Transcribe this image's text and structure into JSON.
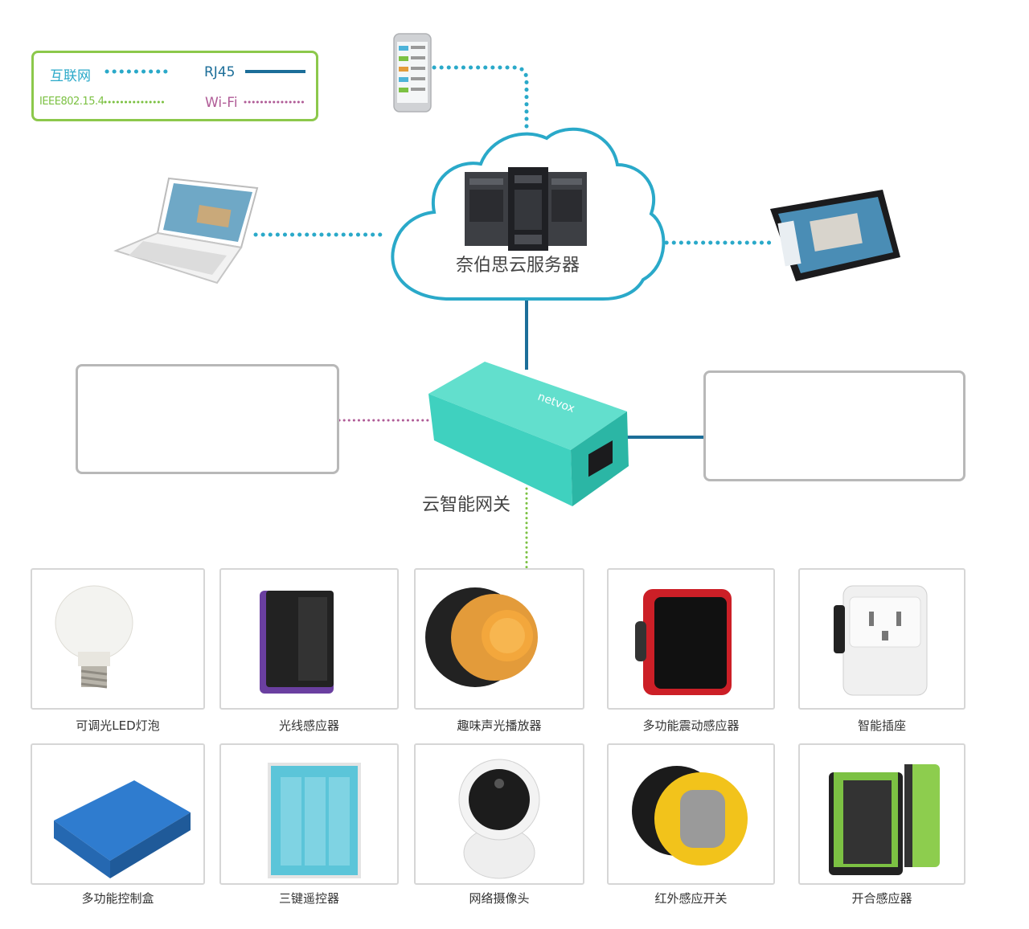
{
  "legend": {
    "internet_label": "互联网",
    "rj45_label": "RJ45",
    "ieee_label": "IEEE802.15.4",
    "wifi_label": "Wi-Fi"
  },
  "cloud": {
    "label": "奈伯思云服务器"
  },
  "gateway": {
    "label": "云智能网关",
    "brand": "netvox"
  },
  "colors": {
    "internet": "#2aa9c9",
    "rj45": "#1c6e99",
    "ieee": "#7cc143",
    "wifi": "#b05c97",
    "gateway": "#3fd1bf"
  },
  "products": [
    {
      "label": "可调光LED灯泡",
      "icon": "bulb-icon"
    },
    {
      "label": "光线感应器",
      "icon": "light-sensor-icon"
    },
    {
      "label": "趣味声光播放器",
      "icon": "sound-light-player-icon"
    },
    {
      "label": "多功能震动感应器",
      "icon": "vibration-sensor-icon"
    },
    {
      "label": "智能插座",
      "icon": "smart-socket-icon"
    },
    {
      "label": "多功能控制盒",
      "icon": "control-box-icon"
    },
    {
      "label": "三键遥控器",
      "icon": "three-key-remote-icon"
    },
    {
      "label": "网络摄像头",
      "icon": "ip-camera-icon"
    },
    {
      "label": "红外感应开关",
      "icon": "pir-switch-icon"
    },
    {
      "label": "开合感应器",
      "icon": "door-sensor-icon"
    }
  ]
}
